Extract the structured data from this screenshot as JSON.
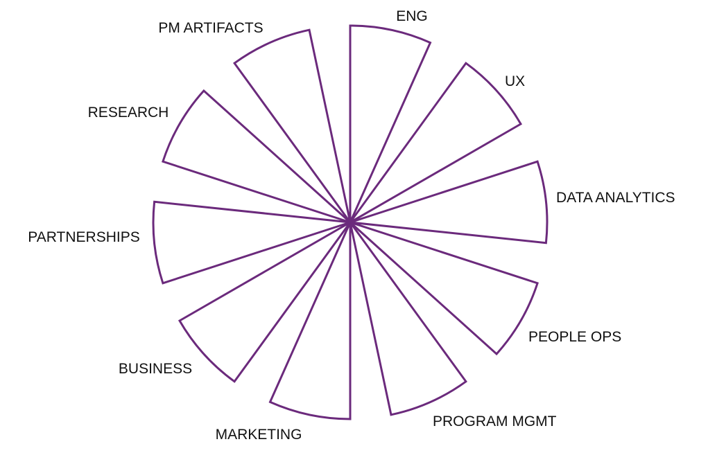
{
  "diagram": {
    "stroke_color": "#6b2a7c",
    "segments": [
      {
        "label": "ENG"
      },
      {
        "label": "UX"
      },
      {
        "label": "DATA ANALYTICS"
      },
      {
        "label": "PEOPLE OPS"
      },
      {
        "label": "PROGRAM MGMT"
      },
      {
        "label": "MARKETING"
      },
      {
        "label": "BUSINESS"
      },
      {
        "label": "PARTNERSHIPS"
      },
      {
        "label": "RESEARCH"
      },
      {
        "label": "PM ARTIFACTS"
      }
    ]
  }
}
